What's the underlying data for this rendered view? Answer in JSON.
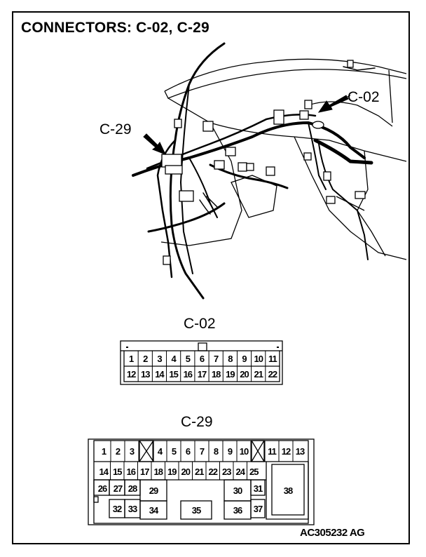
{
  "title": "CONNECTORS: C-02, C-29",
  "callouts": {
    "c02": "C-02",
    "c29": "C-29"
  },
  "connectors": {
    "c02": {
      "label": "C-02",
      "row1": [
        "1",
        "2",
        "3",
        "4",
        "5",
        "6",
        "7",
        "8",
        "9",
        "10",
        "11"
      ],
      "row2": [
        "12",
        "13",
        "14",
        "15",
        "16",
        "17",
        "18",
        "19",
        "20",
        "21",
        "22"
      ]
    },
    "c29": {
      "label": "C-29",
      "row1": [
        "1",
        "2",
        "3",
        "",
        "4",
        "5",
        "6",
        "7",
        "8",
        "9",
        "10",
        "",
        "11",
        "12",
        "13"
      ],
      "row2": [
        "14",
        "15",
        "16",
        "17",
        "18",
        "19",
        "20",
        "21",
        "22",
        "23",
        "24",
        "25"
      ],
      "big": {
        "p26": "26",
        "p27": "27",
        "p28": "28",
        "p29": "29",
        "p30": "30",
        "p31": "31",
        "p32": "32",
        "p33": "33",
        "p34": "34",
        "p35": "35",
        "p36": "36",
        "p37": "37",
        "p38": "38"
      }
    }
  },
  "figure_code": "AC305232 AG"
}
